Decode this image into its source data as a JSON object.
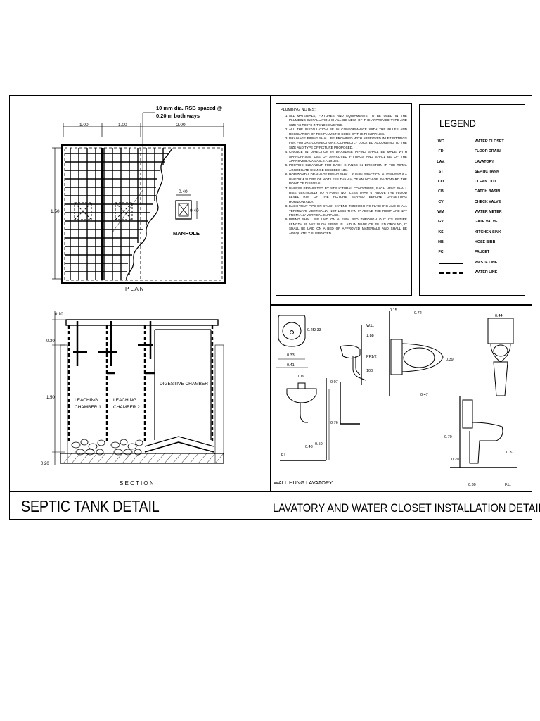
{
  "titles": {
    "septic": "SEPTIC TANK DETAIL",
    "lavatory": "LAVATORY AND WATER CLOSET INSTALLATION DETAIL"
  },
  "plan": {
    "label": "P L A N",
    "note_line1": "10 mm dia. RSB spaced @",
    "note_line2": "0.20 m both ways",
    "dim_top": [
      "1.00",
      "1.00",
      "2.00"
    ],
    "dim_left": "1.50",
    "manhole_label": "MANHOLE",
    "manhole_dim_w": "0.40",
    "manhole_dim_h": "0.40"
  },
  "section": {
    "label": "S E C T I O N",
    "dims": [
      "0.10",
      "0.30",
      "1.50",
      "0.20"
    ],
    "chamber1": [
      "LEACHING",
      "CHAMBER 1"
    ],
    "chamber2": [
      "LEACHING",
      "CHAMBER 2"
    ],
    "digestive": "DIGESTIVE CHAMBER"
  },
  "notes": {
    "heading": "PLUMBING NOTES:",
    "items": [
      "ALL MATERIALS, FIXTURES AND EQUIPMENTS TO BE USED IN THE PLUMBING INSTALLATION SHALL BE NEW, OF THE APPROVED TYPE AND SIZE AS TO ITS INTENDED USAGE.",
      "ALL THE INSTALLATION BE IN CONFORMANCE WITH THE RULES AND REGULATION OF THE PLUMBING CODE OF THE PHILIPPINES.",
      "DRAINAGE PIPING SHALL BE PROVIDED WITH APPROVED INLET FITTINGS FOR FIXTURE CONNECTIONS, CORRECTLY LOCATED ACCORDING TO THE SIZE AND TYPE OF FIXTURE PROPOSED.",
      "CHANGE IN DIRECTION IN DRAINAGE PIPING SHALL BE MADE WITH APPROPRIATE USE OF APPROVED FITTINGS AND SHALL BE OF THE APPROVED AVAILABLE ANGLES.",
      "PROVIDE CLEANOUT FOR EACH CHANGE IN DIRECTION IF THE TOTAL AGGREGATE CHANGE EXCEEDS 135'.",
      "HORIZONTAL DRAINAGE PIPING SHALL RUN IN PRACTICAL ALIGNMENT & A UNIFORM SLOPE OF NOT LESS THAN ¼ OF AN INCH OR 2% TOWARD THE POINT OF DISPOSAL.",
      "UNLESS PROHIBITED BY STRUCTURAL CONDITIONS, EACH VENT SHALL RISE VERTICALLY TO A POINT NOT LESS THAN 6\" ABOVE THE FLOOD LEVEL RIM OF THE FIXTURE SERVED BEFORE OFFSETTING HORIZONTALLY.",
      "EACH VENT PIPE OR STACK EXTEND THROUGH ITS FLASHING AND SHALL TERMINATE VERTICALLY NOT LESS THAN 6\" ABOVE THE ROOF AND 1FT FROM ANY VERTICAL SURFACE.",
      "PIPING SHALL BE LAID ON A FIRM BED THROUGH OUT ITS ENTIRE LENGTH. IF ANY SUCH PIPING IS LAID IN MADE OR FILLED GROUND, IT SHALL BE LAID ON A BED OF APPROVED MATERIALS AND SHALL BE ADEQUATELY SUPPORTED"
    ]
  },
  "legend": {
    "title": "LEGEND",
    "rows": [
      {
        "code": "WC",
        "name": "WATER CLOSET"
      },
      {
        "code": "FD",
        "name": "FLOOR DRAIN"
      },
      {
        "code": "LAV.",
        "name": "LAVATORY"
      },
      {
        "code": "ST",
        "name": "SEPTIC TANK"
      },
      {
        "code": "CO",
        "name": "CLEAN OUT"
      },
      {
        "code": "CB",
        "name": "CATCH BASIN"
      },
      {
        "code": "CV",
        "name": "CHECK VALVE"
      },
      {
        "code": "WM",
        "name": "WATER METER"
      },
      {
        "code": "GV",
        "name": "GATE VALVE"
      },
      {
        "code": "KS",
        "name": "KITCHEN SINK"
      },
      {
        "code": "HB",
        "name": "HOSE BIBB"
      },
      {
        "code": "FC",
        "name": "FAUCET"
      }
    ],
    "lines": [
      {
        "style": "solid",
        "name": "WASTE LINE"
      },
      {
        "style": "dashed",
        "name": "WATER LINE"
      }
    ]
  },
  "fixtures": {
    "wall_hung_label": "WALL HUNG LAVATORY",
    "lav_top_dims": [
      "0.25",
      "0.33",
      "0.33",
      "0.41"
    ],
    "lav_side_labels": [
      "W.L.",
      "1.88",
      "PF1/2",
      "100"
    ],
    "lav_front_dims": [
      "0.19",
      "0.07",
      "0.48",
      "0.50",
      "0.76"
    ],
    "fl_label": "F.L.",
    "wc_top_dims": [
      "0.15",
      "0.72",
      "0.39",
      "0.47"
    ],
    "wc_front_dims": [
      "0.44"
    ],
    "wc_side_dims": [
      "0.70",
      "0.20",
      "0.37",
      "0.30"
    ],
    "fl_label_right": "F.L."
  }
}
